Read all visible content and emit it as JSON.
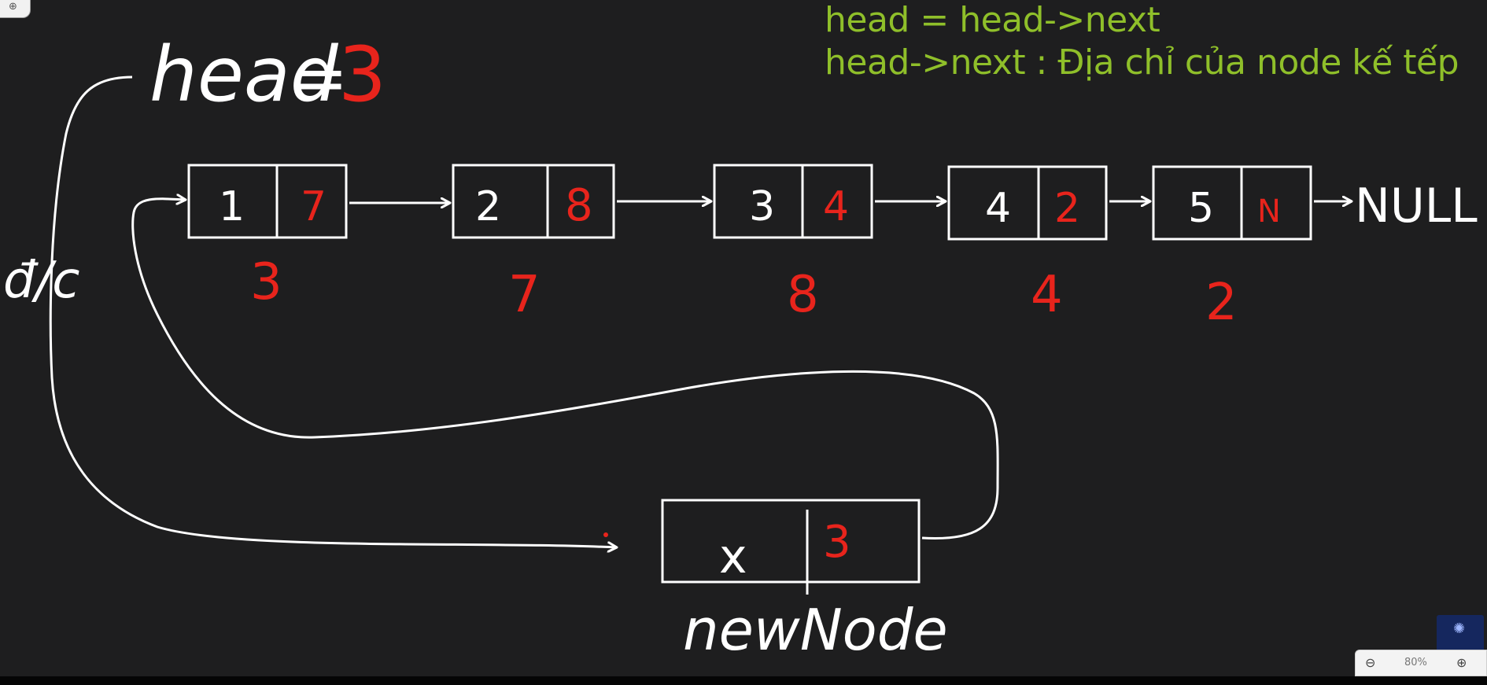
{
  "notes": {
    "line1": "head = head->next",
    "line2": "head->next : Địa chỉ của node kế tếp"
  },
  "head_label": {
    "name": "head",
    "equals": "=",
    "value": "3"
  },
  "list_nodes": [
    {
      "data": "1",
      "next": "7",
      "address": "3"
    },
    {
      "data": "2",
      "next": "8",
      "address": "7"
    },
    {
      "data": "3",
      "next": "4",
      "address": "8"
    },
    {
      "data": "4",
      "next": "2",
      "address": "4"
    },
    {
      "data": "5",
      "next": "N",
      "address": "2"
    }
  ],
  "null_label": "NULL",
  "new_node": {
    "data": "x",
    "next": "3",
    "label": "newNode"
  },
  "side_label": "đ/c",
  "ui": {
    "zoom_value": "80%",
    "zoom_out_icon": "zoom-out-icon",
    "zoom_in_icon": "zoom-in-icon",
    "logo_icon": "brand-logo-icon"
  },
  "colors": {
    "background": "#1e1e1f",
    "ink": "#ffffff",
    "accent_red": "#e8241c",
    "note_green": "#8fbf2a"
  }
}
